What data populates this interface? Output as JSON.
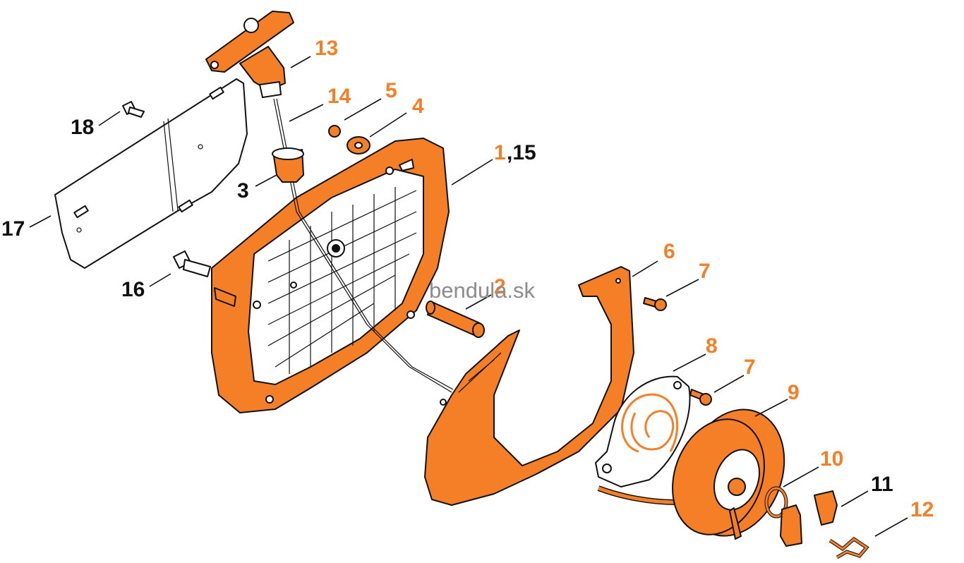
{
  "diagram": {
    "watermark": "bendula.sk",
    "colors": {
      "part_orange": "#f47f26",
      "outline": "#111111",
      "callout_orange": "#f47f26",
      "callout_black": "#111111"
    },
    "callouts": {
      "c13": "13",
      "c14": "14",
      "c5": "5",
      "c4": "4",
      "c1": "1",
      "c15": ",15",
      "c18": "18",
      "c3": "3",
      "c17": "17",
      "c16": "16",
      "c6": "6",
      "c7a": "7",
      "c2": "2",
      "c8": "8",
      "c7b": "7",
      "c9": "9",
      "c10": "10",
      "c11": "11",
      "c12": "12"
    }
  }
}
